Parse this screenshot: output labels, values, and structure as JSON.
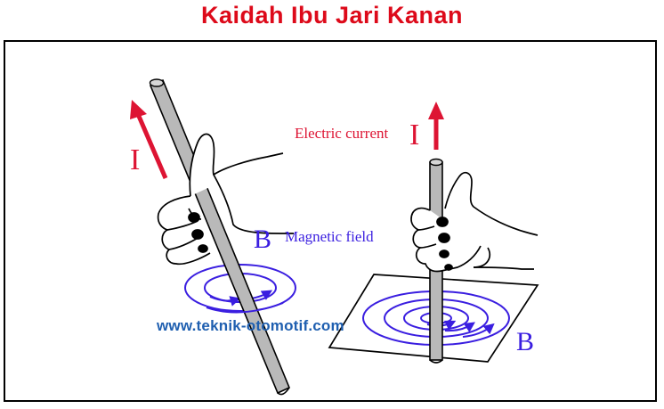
{
  "title": "Kaidah Ibu Jari Kanan",
  "labels": {
    "current_symbol_left": "I",
    "current_symbol_right": "I",
    "electric_current": "Electric current",
    "field_symbol_left": "B",
    "field_symbol_right": "B",
    "magnetic_field": "Magnetic field"
  },
  "watermark": "www.teknik-otomotif.com",
  "colors": {
    "title": "#dd0a1a",
    "current": "#dd1433",
    "field": "#3a1ee0",
    "watermark": "#1f5fb0",
    "conductor_fill": "#b9b9b9",
    "outline": "#000000"
  }
}
